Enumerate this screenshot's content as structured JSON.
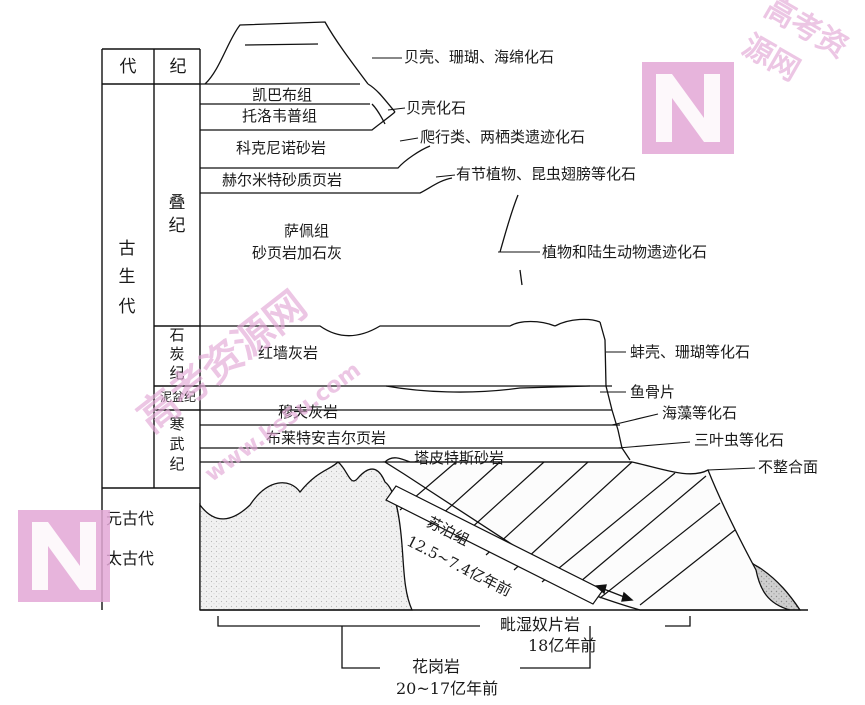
{
  "columns": {
    "era": "代",
    "period": "纪"
  },
  "eras": {
    "paleozoic": [
      "古",
      "生",
      "代"
    ],
    "proterozoic": "元古代",
    "archean": "太古代"
  },
  "periods": {
    "permian": [
      "叠",
      "纪"
    ],
    "carboniferous": [
      "石",
      "炭",
      "纪"
    ],
    "devonian": "泥盆纪",
    "cambrian": [
      "寒",
      "武",
      "纪"
    ]
  },
  "layers": {
    "kaibab": "凯巴布组",
    "toroweap": "托洛韦普组",
    "coconino": "科克尼诺砂岩",
    "hermit": "赫尔米特砂质页岩",
    "supai_1": "萨佩组",
    "supai_2": "砂页岩加石灰",
    "redwall": "红墙灰岩",
    "muav": "穆夫灰岩",
    "bright_angel": "布莱特安吉尔页岩",
    "tapeats": "塔皮特斯砂岩"
  },
  "fossils": {
    "shell_coral_sponge": "贝壳、珊瑚、海绵化石",
    "shell": "贝壳化石",
    "reptile_amphibian": "爬行类、两栖类遗迹化石",
    "plant_insect": "有节植物、昆虫翅膀等化石",
    "plant_land": "植物和陆生动物遗迹化石",
    "clam_coral": "蚌壳、珊瑚等化石",
    "fish_bone": "鱼骨片",
    "algae": "海藻等化石",
    "trilobite": "三叶虫等化石",
    "unconformity": "不整合面"
  },
  "basement": {
    "supai_group_1": "苏泊组",
    "supai_group_2": "12.5~7.4亿年前",
    "schist_1": "毗湿奴片岩",
    "schist_2": "18亿年前",
    "granite_1": "花岗岩",
    "granite_2": "20~17亿年前"
  },
  "watermark": {
    "chinese": "高考资源网",
    "url": "www.ks5u.com"
  }
}
